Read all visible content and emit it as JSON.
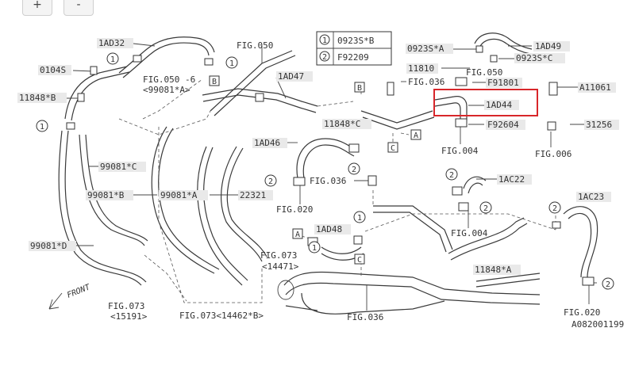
{
  "toolbar": {
    "zoom_in": "+",
    "zoom_out": "-"
  },
  "legend": {
    "num1": "1",
    "code1": "0923S*B",
    "num2": "2",
    "code2": "F92209"
  },
  "labels": {
    "l1AD32": "1AD32",
    "l0104S": "0104S",
    "l11848B": "11848*B",
    "lfig050_6": "FIG.050 -6",
    "l99081A_paren": "<99081*A>",
    "lfig050_top": "FIG.050",
    "l1AD47": "1AD47",
    "l0923SA": "0923S*A",
    "l1AD49": "1AD49",
    "l0923SC": "0923S*C",
    "l11810": "11810",
    "lfig050_r": "FIG.050",
    "lfig036_top": "FIG.036",
    "lF91801": "F91801",
    "lA11061": "A11061",
    "l1AD44": "1AD44",
    "l11848C": "11848*C",
    "lF92604": "F92604",
    "l31256": "31256",
    "lfig004_top": "FIG.004",
    "lfig006": "FIG.006",
    "l1AD46": "1AD46",
    "l99081C": "99081*C",
    "l99081B": "99081*B",
    "l99081A": "99081*A",
    "l22321": "22321",
    "lfig036_mid": "FIG.036",
    "lfig020_left": "FIG.020",
    "l1AC22": "1AC22",
    "l1AC23": "1AC23",
    "lfig004_mid": "FIG.004",
    "l1AD48": "1AD48",
    "l99081D": "99081*D",
    "lfig073": "FIG.073",
    "l14471": "<14471>",
    "l11848A": "11848*A",
    "lfig073_bl": "FIG.073",
    "l15191": "<15191>",
    "lfig073_bm": "FIG.073<14462*B>",
    "lfig036_bot": "FIG.036",
    "lfig020_right": "FIG.020",
    "code": "A082001199",
    "front": "FRONT"
  },
  "callouts": {
    "one": "1",
    "two": "2",
    "A": "A",
    "B": "B",
    "C": "C"
  },
  "highlight_color": "#d8262a"
}
